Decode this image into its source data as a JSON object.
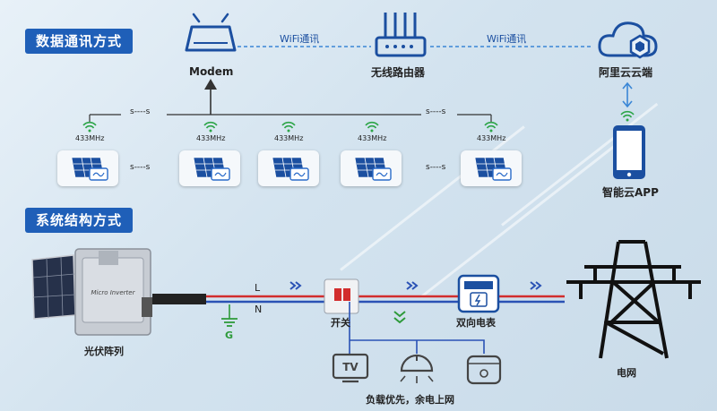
{
  "titles": {
    "data_comm": "数据通讯方式",
    "system_struct": "系统结构方式"
  },
  "top": {
    "modem": "Modem",
    "router": "无线路由器",
    "cloud": "阿里云云端",
    "app": "智能云APP",
    "wifi_left": "WiFi通讯",
    "wifi_right": "WiFi通讯",
    "freq": "433MHz",
    "dashes": "s----s"
  },
  "bottom": {
    "line_L": "L",
    "line_N": "N",
    "ground": "G",
    "inverter_text": "Micro Inverter",
    "pv_array": "光伏阵列",
    "switch": "开关",
    "meter": "双向电表",
    "grid": "电网",
    "loads": "负载优先，余电上网",
    "tv": "TV"
  },
  "colors": {
    "title_bg": "#1f5fb8",
    "accent_blue": "#1b4fa0",
    "wire_red": "#d22d2d",
    "wire_blue": "#2a52b5",
    "ground_green": "#2d9a3a",
    "signal_green": "#2da548"
  }
}
